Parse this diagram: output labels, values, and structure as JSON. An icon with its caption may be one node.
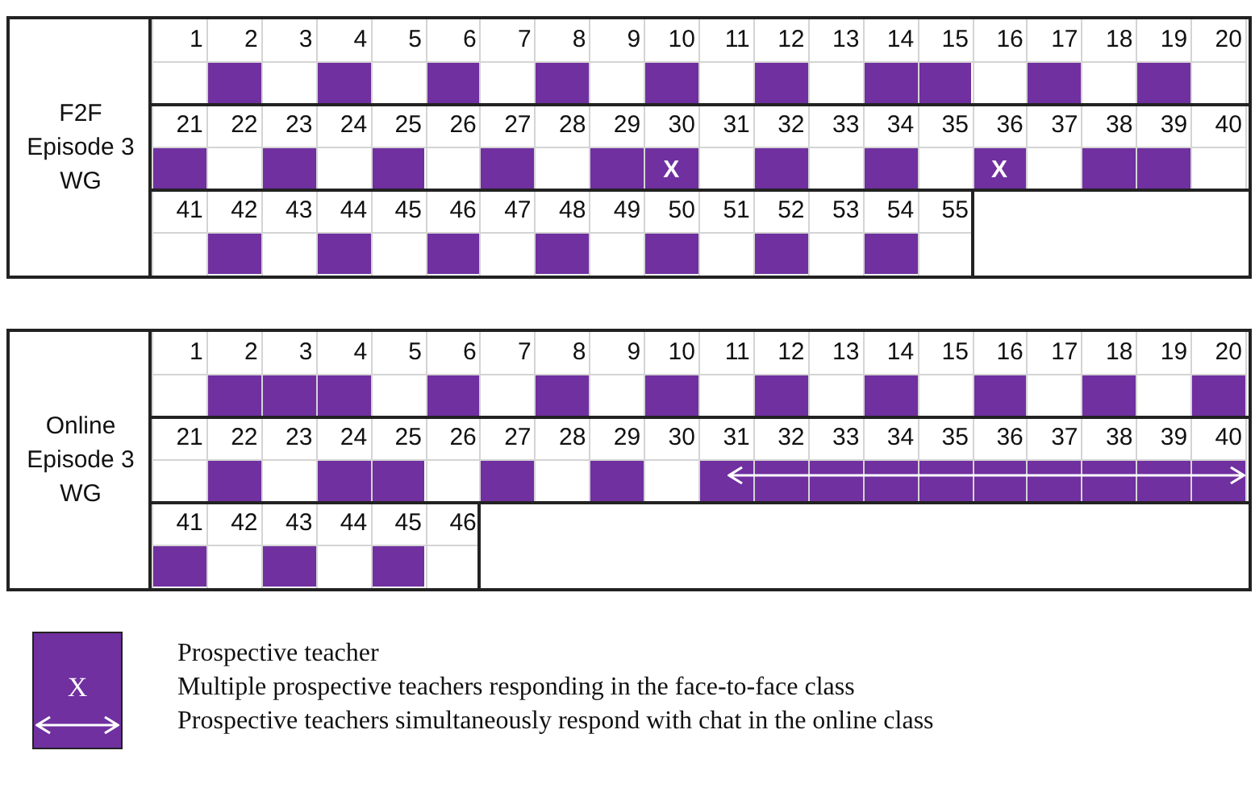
{
  "diagram": {
    "nodes": [
      {
        "text": [
          "F2F Episode 3 WG"
        ]
      },
      {
        "text": [
          "Online Episode 3 WG"
        ]
      }
    ],
    "edges": [],
    "labels": [
      "1",
      "2",
      "3",
      "4",
      "5",
      "6",
      "7",
      "8",
      "9",
      "10",
      "11",
      "12",
      "13",
      "14",
      "15",
      "16",
      "17",
      "18",
      "19",
      "20",
      "21",
      "22",
      "23",
      "24",
      "25",
      "26",
      "27",
      "28",
      "29",
      "30",
      "31",
      "32",
      "33",
      "34",
      "35",
      "36",
      "37",
      "38",
      "39",
      "40",
      "X",
      "X",
      "41",
      "42",
      "43",
      "44",
      "45",
      "46",
      "47",
      "48",
      "49",
      "50",
      "51",
      "52",
      "53",
      "54",
      "55",
      "1",
      "2",
      "3",
      "4",
      "5",
      "6",
      "7",
      "8",
      "9",
      "10",
      "11",
      "12",
      "13",
      "14",
      "15",
      "16",
      "17",
      "18",
      "19",
      "20",
      "21",
      "22",
      "23",
      "24",
      "25",
      "26",
      "27",
      "28",
      "29",
      "30",
      "31",
      "32",
      "33",
      "34",
      "35",
      "36",
      "37",
      "38",
      "39",
      "40",
      "41",
      "42",
      "43",
      "44",
      "45",
      "46",
      "X"
    ],
    "legend": [
      {
        "text": "Prospective teacher",
        "color": "#7030a0"
      },
      {
        "text": "Multiple prospective teachers responding in the face-to-face class"
      },
      {
        "text": "Prospective teachers simultaneously respond with chat in the online class"
      }
    ]
  }
}
